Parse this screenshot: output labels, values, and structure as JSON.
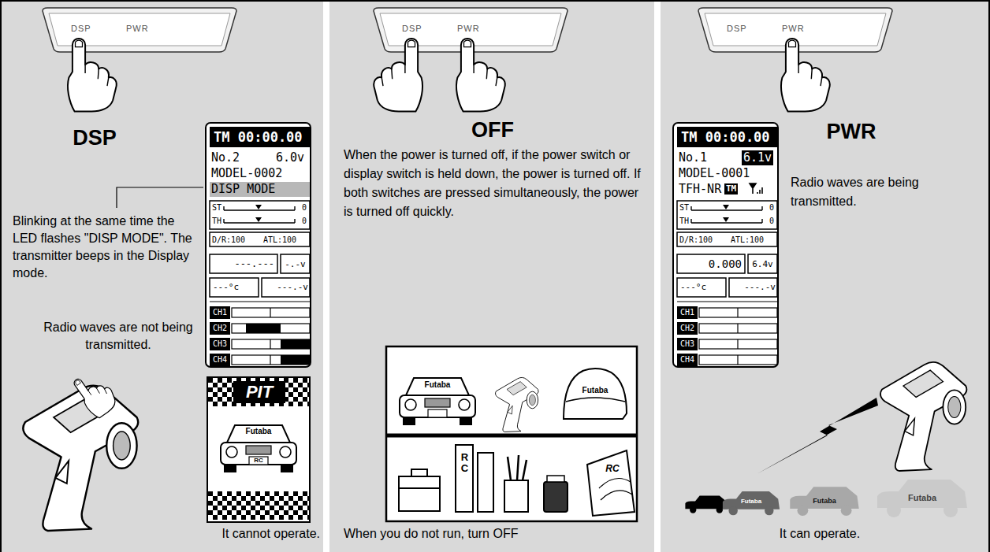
{
  "diagram": {
    "nodes": [
      {
        "text": [
          "DSP",
          "Blinking at the same time the LED flashes \"DISP MODE\". The transmitter beeps in the Display mode.",
          "Radio waves are not being transmitted.",
          "It cannot operate."
        ]
      },
      {
        "text": [
          "DSP",
          "PWR"
        ],
        "in": 0
      },
      {
        "text": [
          "TM 00:00.00",
          "No.2",
          "6.0v",
          "MODEL-0002",
          "DISP MODE",
          "ST",
          "0",
          "TH",
          "0",
          "D/R:100",
          "ATL:100",
          "---.---",
          "-.-v",
          "---°c",
          "---.-v",
          "CH1",
          "CH2",
          "CH3",
          "CH4"
        ],
        "in": 0
      },
      {
        "text": [
          "PIT"
        ],
        "in": 0
      },
      {
        "text": [
          "OFF",
          "When the power is turned off, if the power switch or display switch is held down, the power is turned off. If both switches are pressed simultaneously, the power is turned off quickly.",
          "When you do not run, turn OFF"
        ]
      },
      {
        "text": [
          "DSP",
          "PWR"
        ],
        "in": 4
      },
      {
        "text": [
          "PWR",
          "Radio waves are being transmitted.",
          "It can operate."
        ]
      },
      {
        "text": [
          "DSP",
          "PWR"
        ],
        "in": 6
      },
      {
        "text": [
          "TM 00:00.00",
          "No.1",
          "6.1v",
          "MODEL-0001",
          "TFH-NR",
          "TM",
          "ST",
          "0",
          "TH",
          "0",
          "D/R:100",
          "ATL:100",
          "0.000",
          "6.4v",
          "---°c",
          "---.-v",
          "CH1",
          "CH2",
          "CH3",
          "CH4"
        ],
        "in": 6
      }
    ],
    "labels": [
      "Futaba",
      "RC",
      "Futaba",
      "Futaba",
      "RC",
      "RC",
      "Futaba",
      "Futaba",
      "Futaba"
    ]
  }
}
